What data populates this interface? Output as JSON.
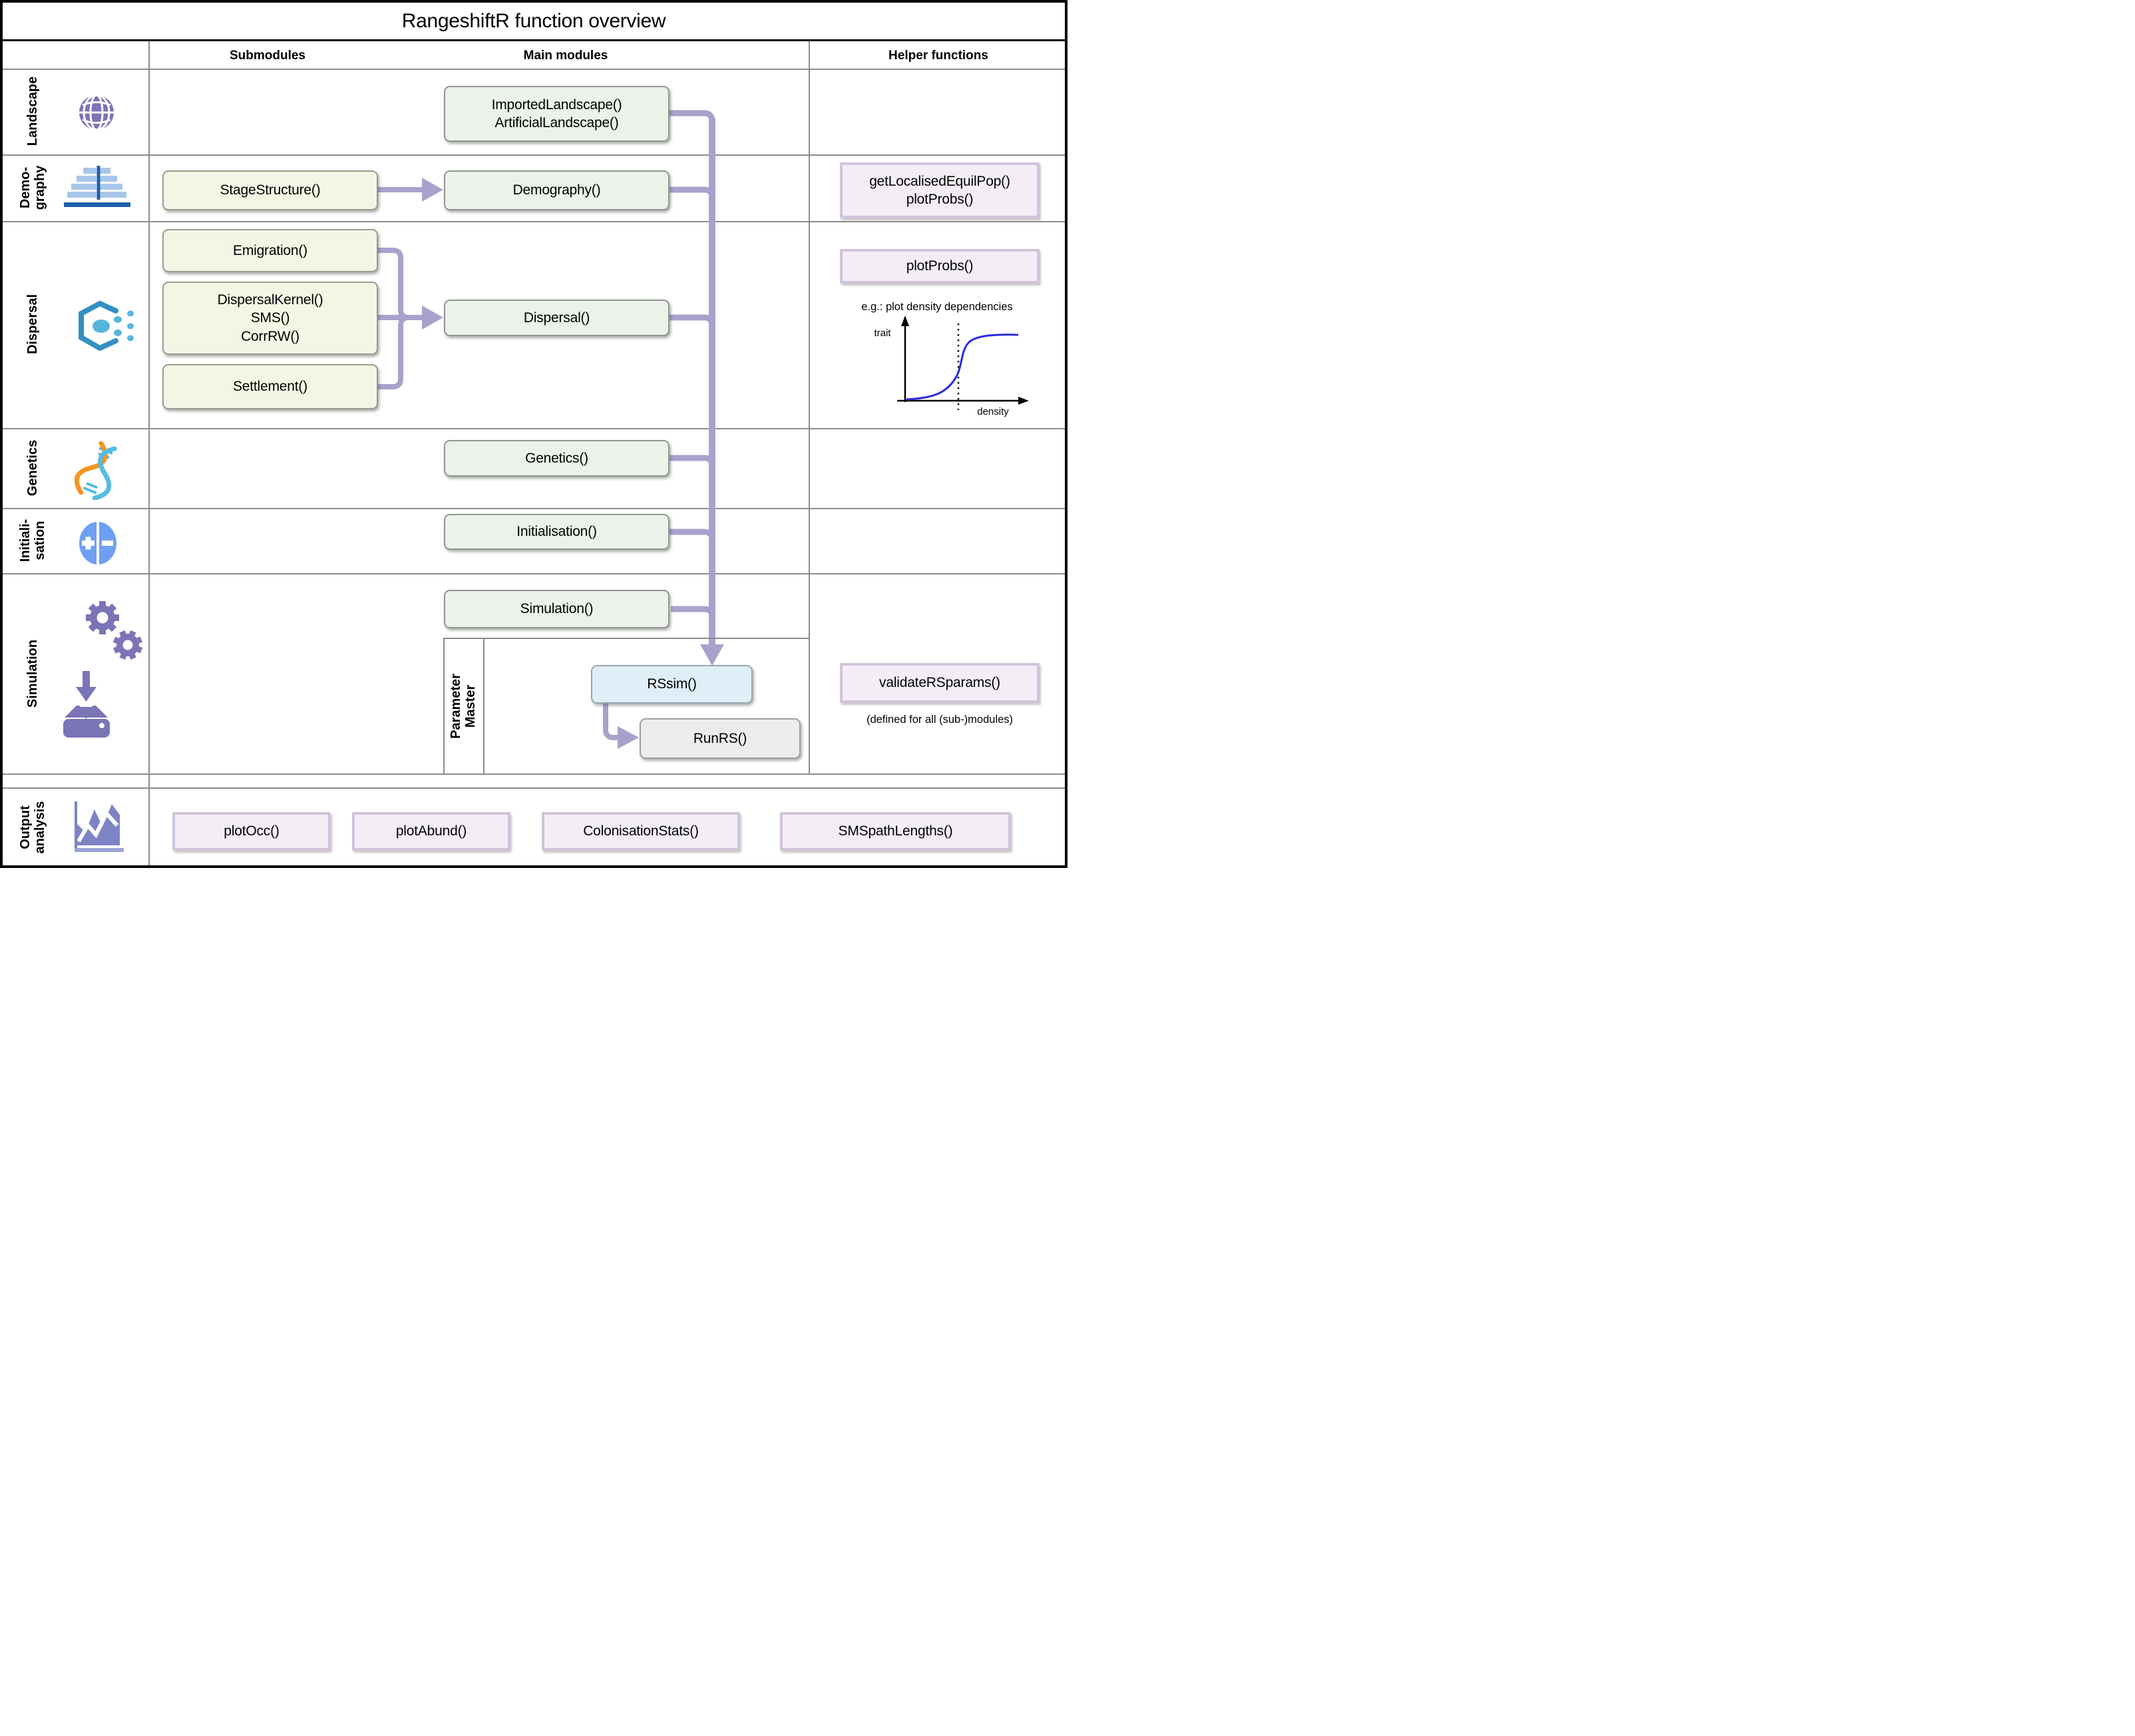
{
  "title": "RangeshiftR function overview",
  "header": {
    "columns": [
      {
        "label": "Submodules"
      },
      {
        "label": "Main modules"
      },
      {
        "label": "Helper functions"
      }
    ]
  },
  "rows": [
    {
      "id": "landscape",
      "label_lines": [
        "Landscape"
      ],
      "icon": "globe-icon"
    },
    {
      "id": "demography",
      "label_lines": [
        "Demo-",
        "graphy"
      ],
      "icon": "population-pyramid-icon"
    },
    {
      "id": "dispersal",
      "label_lines": [
        "Dispersal"
      ],
      "icon": "dispersal-hexagon-icon"
    },
    {
      "id": "genetics",
      "label_lines": [
        "Genetics"
      ],
      "icon": "dna-icon"
    },
    {
      "id": "initialisation",
      "label_lines": [
        "Initiali-",
        "sation"
      ],
      "icon": "plus-minus-icon"
    },
    {
      "id": "simulation",
      "label_lines": [
        "Simulation"
      ],
      "icons": [
        "gears-icon",
        "download-icon"
      ]
    },
    {
      "id": "output_analysis",
      "label_lines": [
        "Output",
        "analysis"
      ],
      "icon": "line-chart-icon"
    }
  ],
  "boxes": {
    "landscape_main": {
      "lines": [
        "ImportedLandscape()",
        "ArtificialLandscape()"
      ]
    },
    "stage_structure": {
      "label": "StageStructure()"
    },
    "demography_main": {
      "label": "Demography()"
    },
    "demography_helper": {
      "lines": [
        "getLocalisedEquilPop()",
        "plotProbs()"
      ]
    },
    "emigration": {
      "label": "Emigration()"
    },
    "transfer": {
      "lines": [
        "DispersalKernel()",
        "SMS()",
        "CorrRW()"
      ]
    },
    "settlement": {
      "label": "Settlement()"
    },
    "dispersal_main": {
      "label": "Dispersal()"
    },
    "dispersal_helper": {
      "label": "plotProbs()"
    },
    "genetics_main": {
      "label": "Genetics()"
    },
    "initialisation_main": {
      "label": "Initialisation()"
    },
    "simulation_main": {
      "label": "Simulation()"
    },
    "parameter_master": {
      "lines": [
        "Parameter",
        "Master"
      ]
    },
    "rssim": {
      "label": "RSsim()"
    },
    "runrs": {
      "label": "RunRS()"
    },
    "validate_helper": {
      "label": "validateRSparams()",
      "caption": "(defined for all (sub-)modules)"
    },
    "plot_occ": {
      "label": "plotOcc()"
    },
    "plot_abund": {
      "label": "plotAbund()"
    },
    "colonisation_stats": {
      "label": "ColonisationStats()"
    },
    "sms_path_lengths": {
      "label": "SMSpathLengths()"
    }
  },
  "mini_plot": {
    "note": "e.g.: plot density dependencies",
    "ylabel": "trait",
    "xlabel": "density",
    "curve": "sigmoid",
    "curve_color": "#2a2ae0"
  },
  "colors": {
    "connector_purple": "#a9a1cd",
    "gridline_gray": "#8c8c8c",
    "main_box_fill": "#eaf2e9",
    "submodule_fill": "#f4f5e4",
    "helper_fill": "#f3eef6",
    "helper_border": "#d2c3dc",
    "rssim_fill": "#dfeef7",
    "runrs_fill": "#ececec",
    "icon_purple": "#7b74b5",
    "icon_blue_dark": "#1e5fa8",
    "icon_blue_light": "#a9c6e9",
    "hexagon_blue": "#3390c2",
    "dot_blue": "#57b5da",
    "dna_orange": "#f7941e",
    "dna_blue": "#55bce2",
    "init_blue": "#6f9ff2",
    "chart_slate": "#7d84c6"
  }
}
